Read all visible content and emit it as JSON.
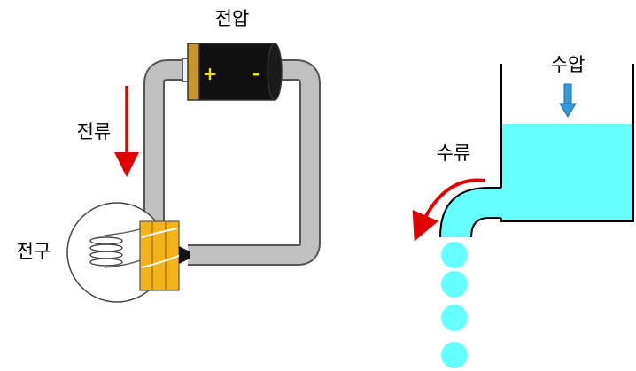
{
  "labels": {
    "voltage": "전압",
    "current": "전류",
    "bulb": "전구",
    "water_pressure": "수압",
    "water_flow": "수류",
    "plus": "+",
    "minus": "-"
  },
  "colors": {
    "wire": "#c0c0c0",
    "battery_body": "#101010",
    "battery_cap": "#c8952a",
    "bulb_base": "#f2b21a",
    "water": "#66ffff",
    "current_arrow": "#e00000",
    "flow_arrow": "#e00000",
    "pressure_arrow": "#3399dd",
    "sign": "#f5e600"
  }
}
